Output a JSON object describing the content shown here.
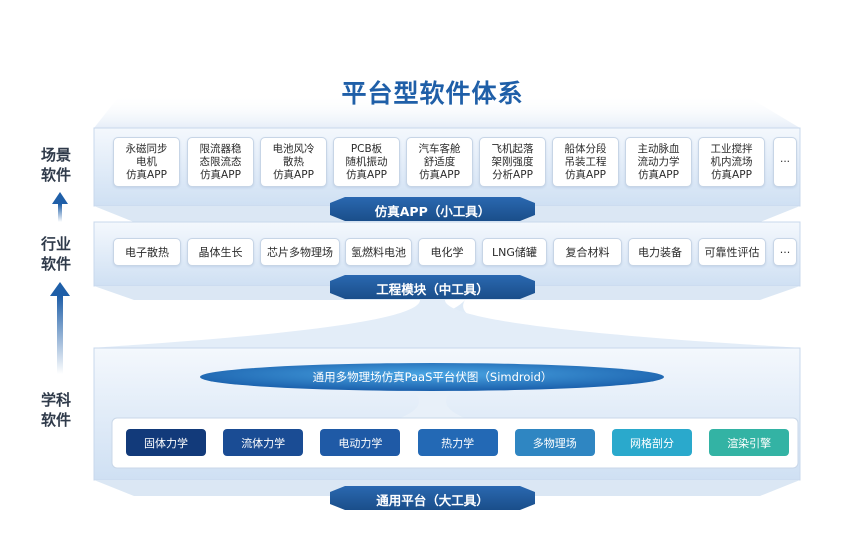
{
  "title": "平台型软件体系",
  "side_labels": {
    "scene": "场景\n软件",
    "industry": "行业\n软件",
    "discipline": "学科\n软件"
  },
  "layer_labels": {
    "top": "仿真APP（小工具）",
    "middle": "工程模块（中工具）",
    "bottom": "通用平台（大工具）"
  },
  "apps": [
    "永磁同步\n电机\n仿真APP",
    "限流器稳\n态限流态\n仿真APP",
    "电池风冷\n散热\n仿真APP",
    "PCB板\n随机振动\n仿真APP",
    "汽车客舱\n舒适度\n仿真APP",
    "飞机起落\n架刚强度\n分析APP",
    "船体分段\n吊装工程\n仿真APP",
    "主动脉血\n流动力学\n仿真APP",
    "工业搅拌\n机内流场\n仿真APP",
    "···"
  ],
  "modules": [
    "电子散热",
    "晶体生长",
    "芯片多物理场",
    "氢燃料电池",
    "电化学",
    "LNG储罐",
    "复合材料",
    "电力装备",
    "可靠性评估",
    "···"
  ],
  "paas_label": "通用多物理场仿真PaaS平台伏图（Simdroid）",
  "disciplines": [
    {
      "label": "固体力学",
      "color": "#123a7a"
    },
    {
      "label": "流体力学",
      "color": "#1a4c94"
    },
    {
      "label": "电动力学",
      "color": "#1f5aa6"
    },
    {
      "label": "热力学",
      "color": "#2369b5"
    },
    {
      "label": "多物理场",
      "color": "#2f86c2"
    },
    {
      "label": "网格剖分",
      "color": "#2aa9cc"
    },
    {
      "label": "渲染引擎",
      "color": "#33b3a4"
    }
  ],
  "colors": {
    "accent": "#1f5fa8",
    "label_bar": "#1e4f8a"
  }
}
